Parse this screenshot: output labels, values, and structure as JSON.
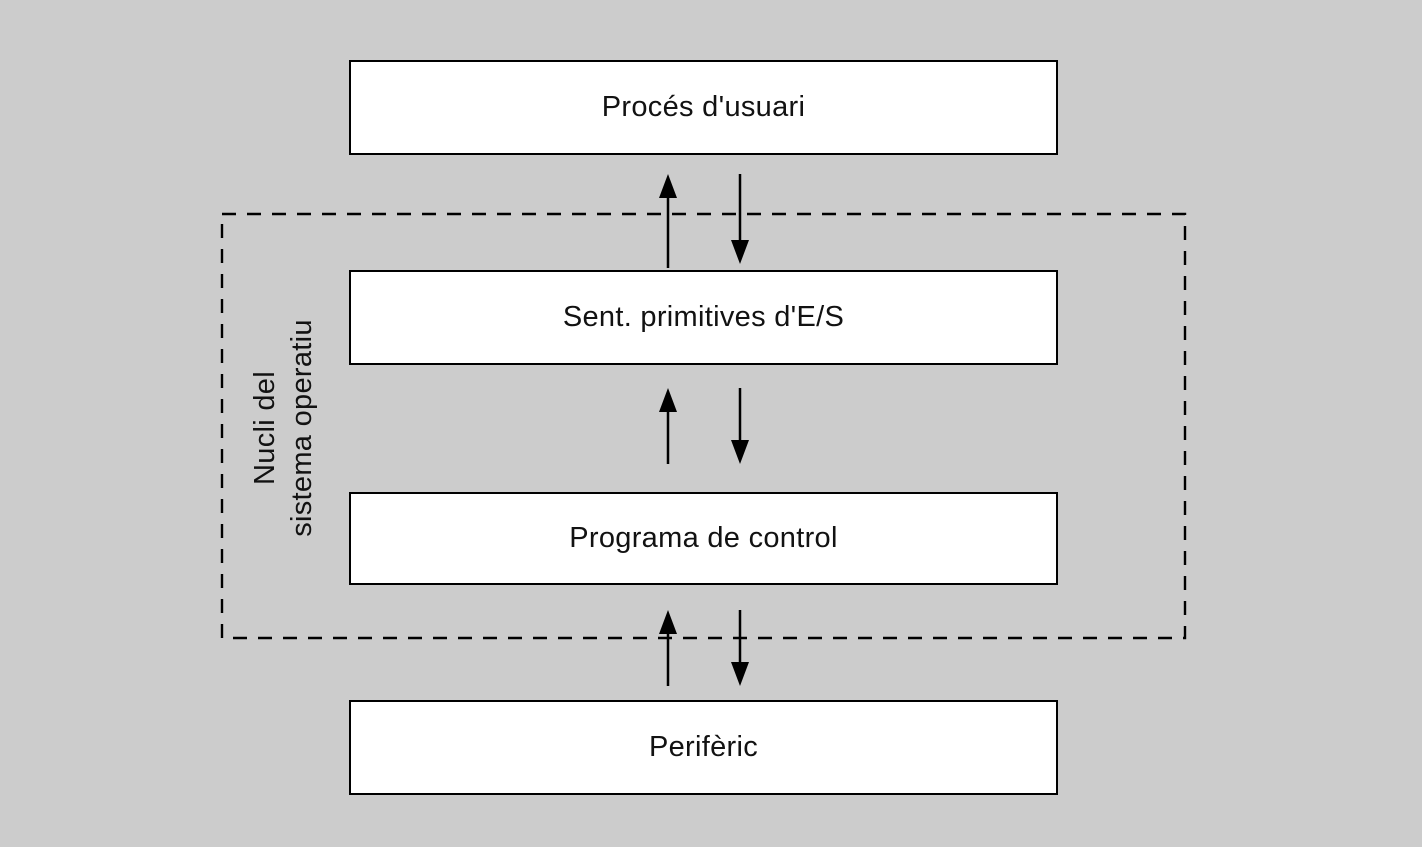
{
  "diagram": {
    "background_color": "#cccccc",
    "box_fill": "#ffffff",
    "line_color": "#000000",
    "boxes": [
      {
        "label": "Procés d'usuari"
      },
      {
        "label": "Sent. primitives d'E/S"
      },
      {
        "label": "Programa de control"
      },
      {
        "label": "Perifèric"
      }
    ],
    "kernel_region": {
      "label_line1": "Nucli del",
      "label_line2": "sistema operatiu"
    }
  }
}
